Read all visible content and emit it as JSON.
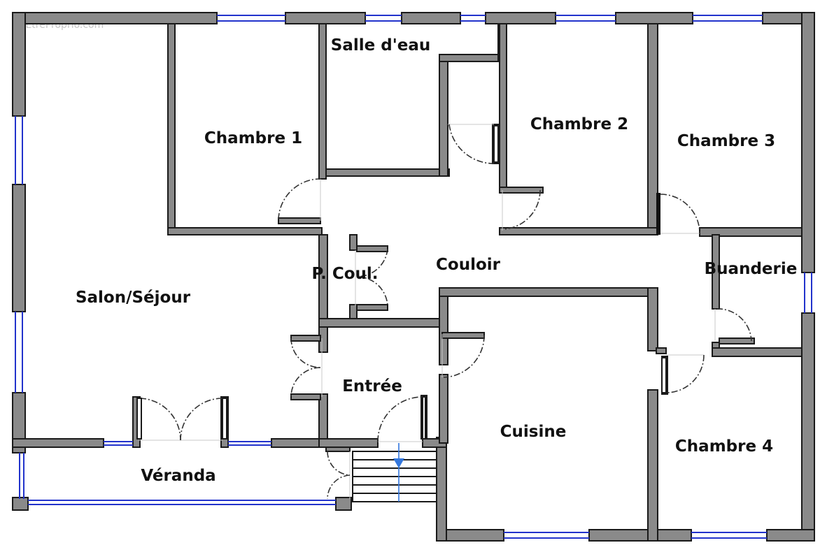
{
  "watermark": "© EtreProprio.com",
  "rooms": {
    "chambre1": "Chambre 1",
    "salle_eau": "Salle d'eau",
    "chambre2": "Chambre 2",
    "chambre3": "Chambre 3",
    "couloir": "Couloir",
    "p_coul": "P. Coul.",
    "buanderie": "Buanderie",
    "salon": "Salon/Séjour",
    "entree": "Entrée",
    "cuisine": "Cuisine",
    "chambre4": "Chambre 4",
    "veranda": "Véranda"
  },
  "colors": {
    "wall": "#8a8a8a",
    "window": "#2233cc",
    "stair_arrow": "#3377dd"
  }
}
